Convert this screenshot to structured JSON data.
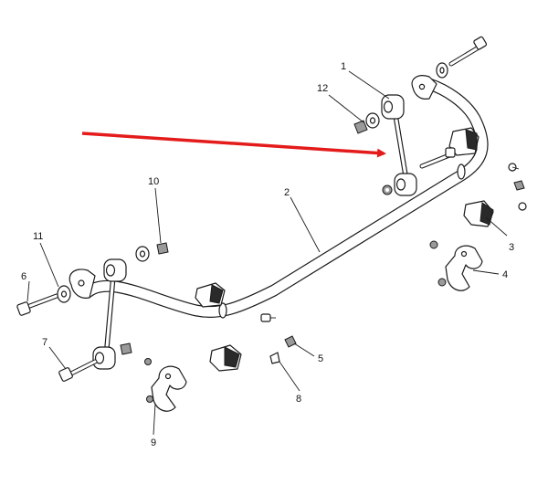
{
  "callouts": {
    "c1": "1",
    "c2": "2",
    "c3": "3",
    "c4": "4",
    "c5": "5",
    "c6": "6",
    "c7": "7",
    "c8": "8",
    "c9": "9",
    "c10": "10",
    "c11": "11",
    "c12": "12"
  },
  "colors": {
    "arrow": "#e41b1b",
    "ink": "#1a1a1a"
  }
}
